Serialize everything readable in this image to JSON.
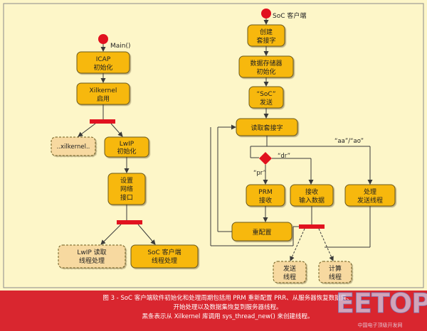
{
  "diagram": {
    "main_label": "Main()",
    "soc_label": "SoC 客户端",
    "left": {
      "icap": [
        "ICAP",
        "初始化"
      ],
      "xilkernel": [
        "Xilkernel",
        "启用"
      ],
      "xilkernel_dots": "..xilkernel..",
      "lwip": [
        "LwIP",
        "初始化"
      ],
      "setup_network": [
        "设置",
        "网络",
        "接口"
      ],
      "lwip_read": [
        "LwIP 读取",
        "线程处理"
      ],
      "soc_client_thread": [
        "SoC 客户端",
        "线程处理"
      ]
    },
    "right": {
      "create_socket": [
        "创建",
        "套接字"
      ],
      "data_memory": [
        "数据存储器",
        "初始化"
      ],
      "send_soc": [
        "“SoC”",
        "发送"
      ],
      "read_socket": "读取套接字",
      "guard_dr": "“dr”",
      "guard_aa_ao": "“aa”/“ao”",
      "guard_pr": "“pr”",
      "prm_receive": [
        "PRM",
        "接收"
      ],
      "receive_input": [
        "接收",
        "输入数据"
      ],
      "process_send_thread": [
        "处理",
        "发送线程"
      ],
      "reconfigure": "重配置",
      "send_thread": [
        "发送",
        "线程"
      ],
      "compute_thread": [
        "计算",
        "线程"
      ]
    }
  },
  "caption": {
    "line1": "图 3 - SoC 客户端软件初始化和处理周期包括用 PRM 重新配置 PRR、从服务器恢复数据集、",
    "line2": "开始处理以及数据集恢复到服务器线程。",
    "line3": "黑条表示从 Xilkernel 库调用 sys_thread_new() 来创建线程。"
  },
  "logo": {
    "text": "EETOP",
    "subtitle": "中国电子顶级开发网"
  },
  "colors": {
    "background": "#fdf6c8",
    "box_fill": "#f7b80f",
    "box_stroke": "#6b5a1e",
    "dashed_box_fill": "#f7d9a0",
    "start_node": "#e1121f",
    "fork_bar": "#e1121f",
    "caption_bg": "#d9262f",
    "frame": "#8a8a8a"
  }
}
